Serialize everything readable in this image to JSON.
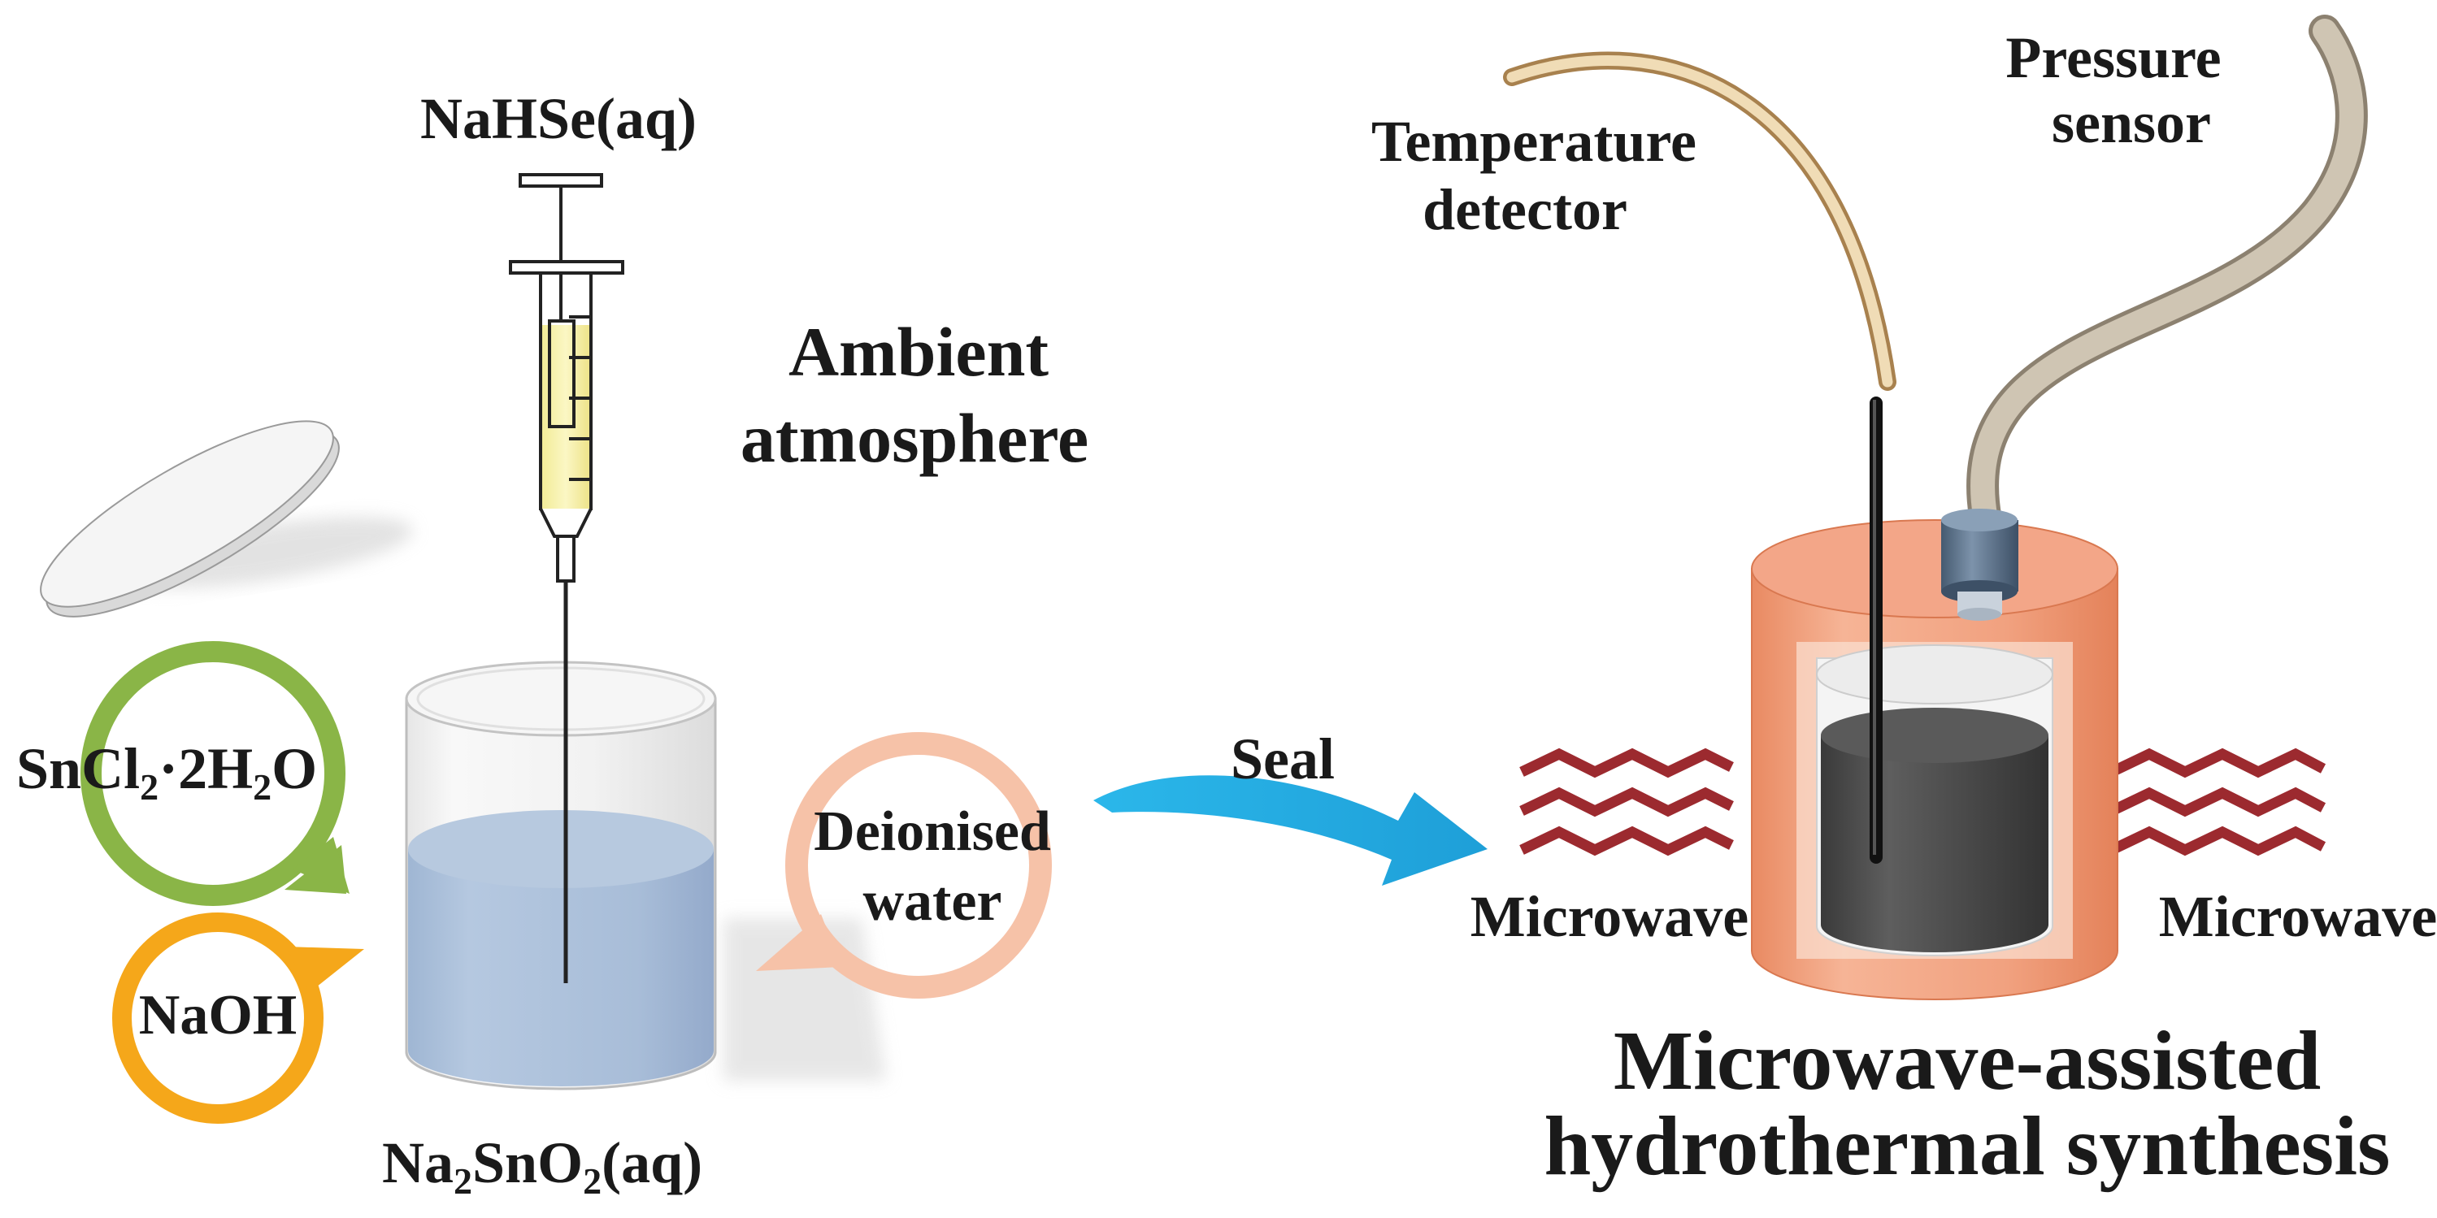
{
  "labels": {
    "nahse": "NaHSe(aq)",
    "ambient_line1": "Ambient",
    "ambient_line2": "atmosphere",
    "sncl_pre": "SnCl",
    "sncl_sub1": "2",
    "sncl_mid": "·2H",
    "sncl_sub2": "2",
    "sncl_post": "O",
    "naoh": "NaOH",
    "deionised_line1": "Deionised",
    "deionised_line2": "water",
    "na2sno2_pre": "Na",
    "na2sno2_sub1": "2",
    "na2sno2_mid": "SnO",
    "na2sno2_sub2": "2",
    "na2sno2_post": "(aq)",
    "seal": "Seal",
    "temp_line1": "Temperature",
    "temp_line2": "detector",
    "pressure_line1": "Pressure",
    "pressure_line2": "sensor",
    "microwave_left": "Microwave",
    "microwave_right": "Microwave",
    "title_line1": "Microwave-assisted",
    "title_line2": "hydrothermal synthesis"
  },
  "colors": {
    "solution": "#a9c0dc",
    "syringe_liquid": "#f6f0a4",
    "sncl_ring": "#8ab547",
    "naoh_ring": "#f5a71a",
    "water_ring": "#f6c2a8",
    "arrow": "#27b3e9",
    "reactor": "#f0a07e",
    "reactor_core": "#4a4a4a",
    "microwave": "#9c2a2f",
    "probe_tube": "#d7b98c",
    "sensor_tube": "#bfb5a3",
    "sensor_cap": "#5a6f86"
  }
}
